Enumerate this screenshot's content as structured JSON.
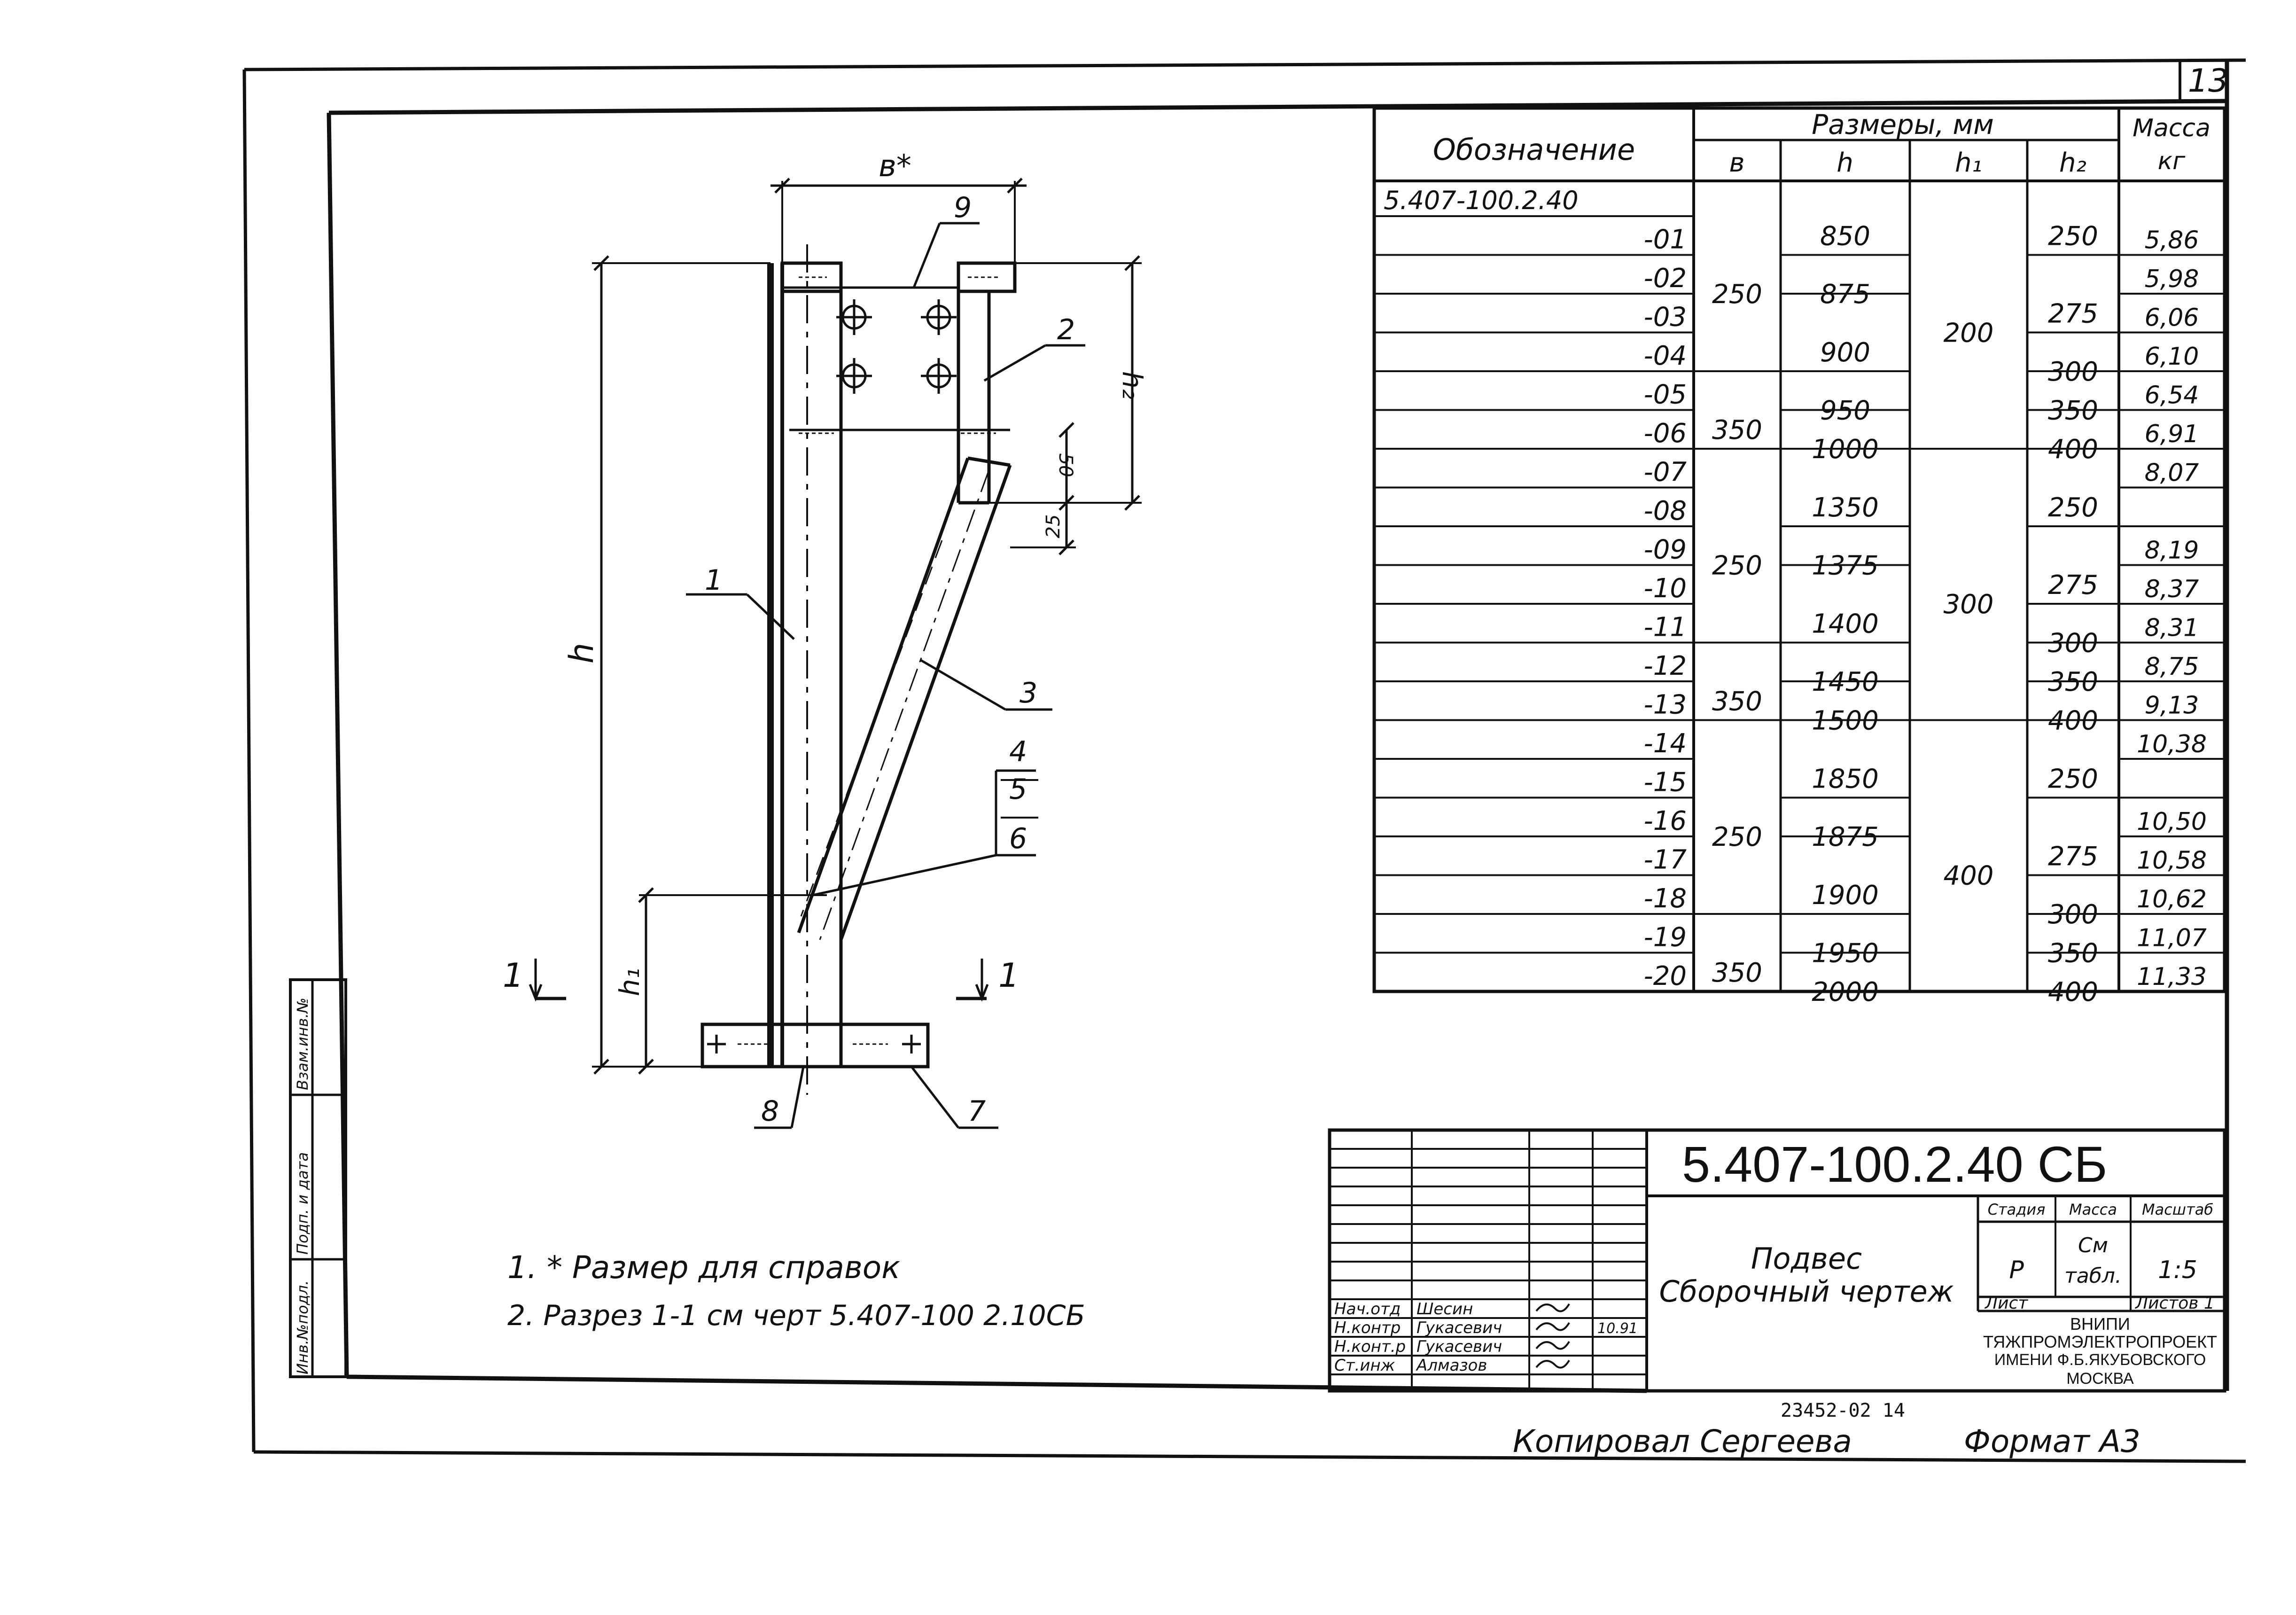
{
  "sheet_number": "13",
  "drawing": {
    "dim_b": "в*",
    "dim_h": "h",
    "dim_h1": "h₁",
    "dim_h2": "h₂",
    "dim_50": "50",
    "dim_25": "25",
    "callouts": [
      "1",
      "2",
      "3",
      "4",
      "5",
      "6",
      "7",
      "8",
      "9"
    ],
    "section_label": "1"
  },
  "notes": [
    "1. * Размер для справок",
    "2. Разрез 1-1 см черт 5.407-100 2.10СБ"
  ],
  "table": {
    "col_designation": "Обозначение",
    "col_sizes": "Размеры, мм",
    "col_mass": "Масса",
    "col_mass_unit": "кг",
    "sub_b": "в",
    "sub_h": "h",
    "sub_h1": "h₁",
    "sub_h2": "h₂",
    "base_designation": "5.407-100.2.40",
    "rows": [
      {
        "d": "-01",
        "mass": "5,86"
      },
      {
        "d": "-02",
        "mass": "5,98"
      },
      {
        "d": "-03",
        "mass": "6,06"
      },
      {
        "d": "-04",
        "mass": "6,10"
      },
      {
        "d": "-05",
        "mass": "6,54"
      },
      {
        "d": "-06",
        "mass": "6,91"
      },
      {
        "d": "-07",
        "mass": "8,07"
      },
      {
        "d": "-08",
        "mass": ""
      },
      {
        "d": "-09",
        "mass": "8,19"
      },
      {
        "d": "-10",
        "mass": "8,37"
      },
      {
        "d": "-11",
        "mass": "8,31"
      },
      {
        "d": "-12",
        "mass": "8,75"
      },
      {
        "d": "-13",
        "mass": "9,13"
      },
      {
        "d": "-14",
        "mass": "10,38"
      },
      {
        "d": "-15",
        "mass": ""
      },
      {
        "d": "-16",
        "mass": "10,50"
      },
      {
        "d": "-17",
        "mass": "10,58"
      },
      {
        "d": "-18",
        "mass": "10,62"
      },
      {
        "d": "-19",
        "mass": "11,07"
      },
      {
        "d": "-20",
        "mass": "11,33"
      }
    ],
    "b_groups": [
      {
        "text": "250",
        "from": 0,
        "to": 4
      },
      {
        "text": "350",
        "from": 5,
        "to": 6
      },
      {
        "text": "250",
        "from": 7,
        "to": 11
      },
      {
        "text": "350",
        "from": 12,
        "to": 13
      },
      {
        "text": "250",
        "from": 14,
        "to": 18
      },
      {
        "text": "350",
        "from": 19,
        "to": 20
      }
    ],
    "h_groups": [
      {
        "text": "850",
        "from": 0,
        "to": 1
      },
      {
        "text": "875",
        "from": 2,
        "to": 2
      },
      {
        "text": "900",
        "from": 3,
        "to": 4
      },
      {
        "text": "950",
        "from": 5,
        "to": 5
      },
      {
        "text": "1000",
        "from": 6,
        "to": 6
      },
      {
        "text": "1350",
        "from": 7,
        "to": 8
      },
      {
        "text": "1375",
        "from": 9,
        "to": 9
      },
      {
        "text": "1400",
        "from": 10,
        "to": 11
      },
      {
        "text": "1450",
        "from": 12,
        "to": 12
      },
      {
        "text": "1500",
        "from": 13,
        "to": 13
      },
      {
        "text": "1850",
        "from": 14,
        "to": 15
      },
      {
        "text": "1875",
        "from": 16,
        "to": 16
      },
      {
        "text": "1900",
        "from": 17,
        "to": 18
      },
      {
        "text": "1950",
        "from": 19,
        "to": 19
      },
      {
        "text": "2000",
        "from": 20,
        "to": 20
      }
    ],
    "h1_groups": [
      {
        "text": "200",
        "from": 0,
        "to": 6
      },
      {
        "text": "300",
        "from": 7,
        "to": 13
      },
      {
        "text": "400",
        "from": 14,
        "to": 20
      }
    ],
    "h2_groups": [
      {
        "text": "250",
        "from": 0,
        "to": 1
      },
      {
        "text": "275",
        "from": 2,
        "to": 3
      },
      {
        "text": "300",
        "from": 4,
        "to": 4
      },
      {
        "text": "350",
        "from": 5,
        "to": 5
      },
      {
        "text": "400",
        "from": 6,
        "to": 6
      },
      {
        "text": "250",
        "from": 7,
        "to": 8
      },
      {
        "text": "275",
        "from": 9,
        "to": 10
      },
      {
        "text": "300",
        "from": 11,
        "to": 11
      },
      {
        "text": "350",
        "from": 12,
        "to": 12
      },
      {
        "text": "400",
        "from": 13,
        "to": 13
      },
      {
        "text": "250",
        "from": 14,
        "to": 15
      },
      {
        "text": "275",
        "from": 16,
        "to": 17
      },
      {
        "text": "300",
        "from": 18,
        "to": 18
      },
      {
        "text": "350",
        "from": 19,
        "to": 19
      },
      {
        "text": "400",
        "from": 20,
        "to": 20
      }
    ]
  },
  "title_block": {
    "code": "5.407-100.2.40 СБ",
    "name_line1": "Подвес",
    "name_line2": "Сборочный чертеж",
    "stage_label": "Стадия",
    "mass_label": "Масса",
    "scale_label": "Масштаб",
    "stage_value": "Р",
    "mass_value_1": "См",
    "mass_value_2": "табл.",
    "scale_value": "1:5",
    "sheet_label": "Лист",
    "sheets_label": "Листов 1",
    "org_1": "ВНИПИ",
    "org_2": "ТЯЖПРОМЭЛЕКТРОПРОЕКТ",
    "org_3": "ИМЕНИ Ф.Б.ЯКУБОВСКОГО",
    "org_4": "МОСКВА",
    "staff": [
      {
        "role": "Нач.отд",
        "name": "Шесин",
        "date": ""
      },
      {
        "role": "Н.контр",
        "name": "Гукасевич",
        "date": "10.91"
      },
      {
        "role": "Н.конт.р",
        "name": "Гукасевич",
        "date": ""
      },
      {
        "role": "Ст.инж",
        "name": "Алмазов",
        "date": ""
      }
    ]
  },
  "side_stamp": [
    "Инв.№подл.",
    "Подп. и дата",
    "Взам.инв.№"
  ],
  "archive_number": "23452-02  14",
  "copied_by": "Копировал Сергеева",
  "format": "Формат А3"
}
